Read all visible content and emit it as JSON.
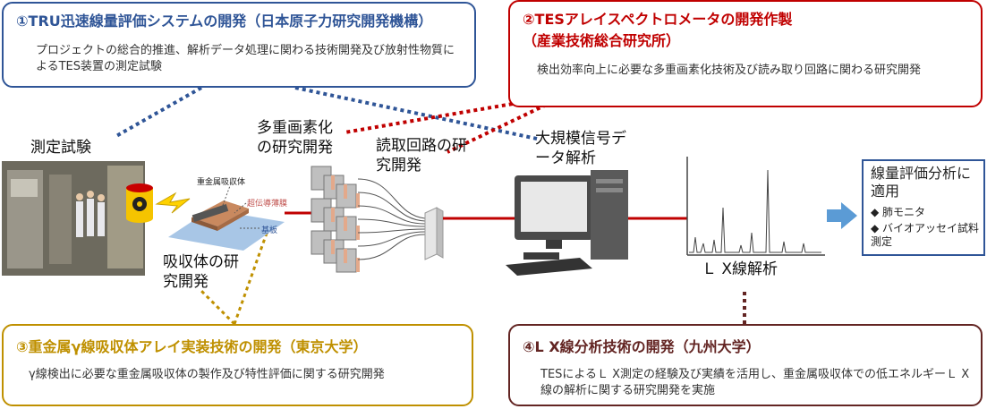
{
  "box1": {
    "title": "①TRU迅速線量評価システムの開発（日本原子力研究開発機構）",
    "desc": "プロジェクトの総合的推進、解析データ処理に関わる技術開発及び放射性物質によるTES装置の測定試験"
  },
  "box2": {
    "title": "②TESアレイスペクトロメータの開発作製",
    "org": "（産業技術総合研究所）",
    "desc": "検出効率向上に必要な多重画素化技術及び読み取り回路に関わる研究開発"
  },
  "box3": {
    "title": "③重金属γ線吸収体アレイ実装技術の開発（東京大学）",
    "desc": "γ線検出に必要な重金属吸収体の製作及び特性評価に関する研究開発"
  },
  "box4": {
    "title": "④L X線分析技術の開発（九州大学）",
    "desc": "TESによるＬ X測定の経験及び実績を活用し、重金属吸収体での低エネルギーＬ X線の解析に関する研究開発を実施"
  },
  "labels": {
    "measurement": "測定試験",
    "absorber_dev": "吸収体の研究開発",
    "multipixel_dev": "多重画素化の研究開発",
    "readout_dev": "読取回路の研究開発",
    "data_analysis": "大規模信号データ解析",
    "lx_analysis": "Ｌ X線解析",
    "heavy_metal": "重金属吸収体",
    "superconducting_film": "超伝導薄膜",
    "substrate": "基板"
  },
  "result": {
    "title": "線量評価分析に適用",
    "items": [
      "肺モニタ",
      "バイオアッセイ試料測定"
    ]
  },
  "colors": {
    "blue": "#2f5597",
    "red": "#c00000",
    "gold": "#bf9000",
    "brown": "#632523"
  }
}
